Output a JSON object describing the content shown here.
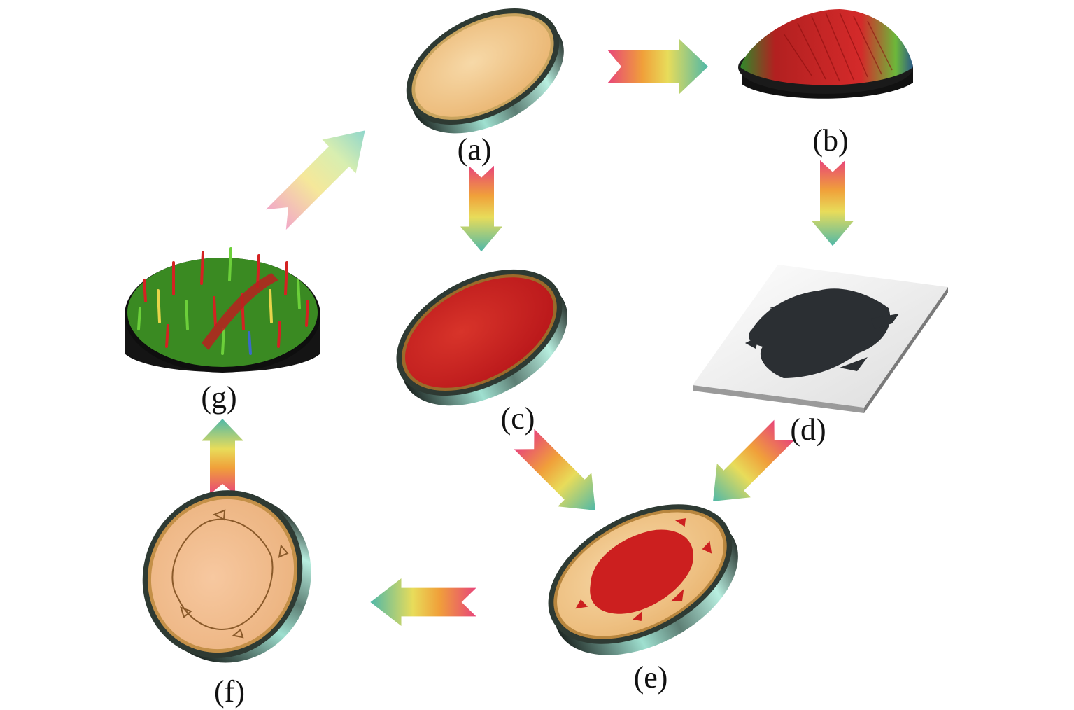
{
  "labels": {
    "a": "(a)",
    "b": "(b)",
    "c": "(c)",
    "d": "(d)",
    "e": "(e)",
    "f": "(f)",
    "g": "(g)"
  },
  "colors": {
    "rim": "#2e3a33",
    "rim_highlight": "#9fe0d0",
    "wafer_plain": "#f2c48a",
    "resist_red": "#cc1f1f",
    "peaks_red": "#d42222",
    "peaks_green": "#4fa82a",
    "mask_dark": "#2b2f33",
    "mask_plate": "#eeeeee",
    "arrow_pink": "#e8457a",
    "arrow_orange": "#f0a03a",
    "arrow_yellow": "#e8dc5a",
    "arrow_teal": "#4fb8a8"
  },
  "icons": {
    "arrows": "gradient-block-arrow",
    "items": [
      "plain-wafer",
      "surface-height-map",
      "resist-coated-wafer",
      "photomask",
      "patterned-resist-wafer",
      "etched-wafer",
      "rough-surface-height-map"
    ]
  }
}
